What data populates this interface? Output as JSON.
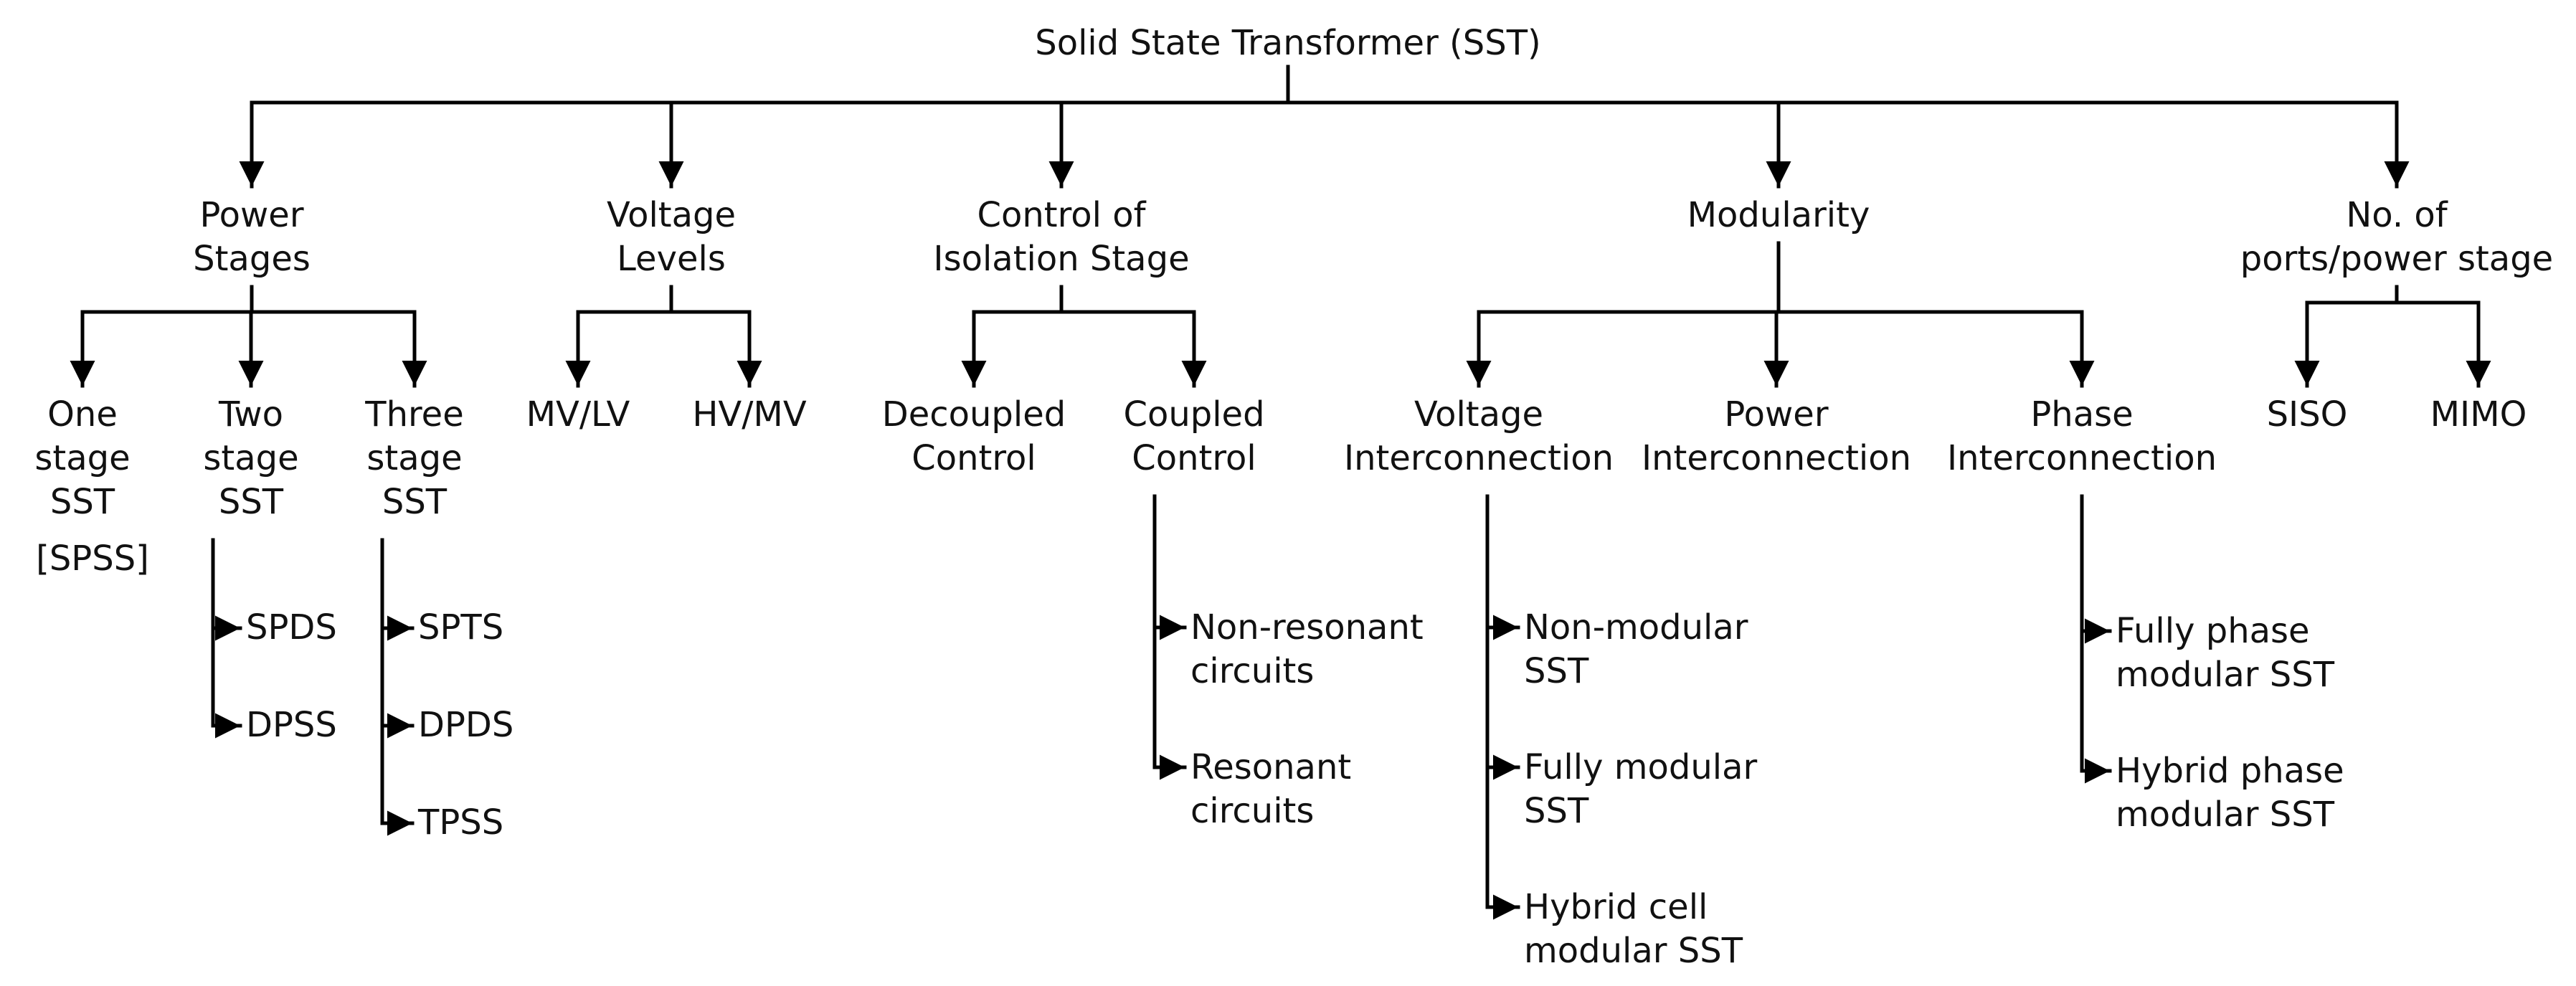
{
  "title": "Solid State Transformer (SST)",
  "categories": [
    {
      "id": "power-stages",
      "label": [
        "Power",
        "Stages"
      ],
      "children": [
        {
          "label": [
            "One",
            "stage",
            "SST"
          ],
          "note": "[SPSS]",
          "items": []
        },
        {
          "label": [
            "Two",
            "stage",
            "SST"
          ],
          "items": [
            [
              "SPDS"
            ],
            [
              "DPSS"
            ]
          ]
        },
        {
          "label": [
            "Three",
            "stage",
            "SST"
          ],
          "items": [
            [
              "SPTS"
            ],
            [
              "DPDS"
            ],
            [
              "TPSS"
            ]
          ]
        }
      ]
    },
    {
      "id": "voltage-levels",
      "label": [
        "Voltage",
        "Levels"
      ],
      "children": [
        {
          "label": [
            "MV/LV"
          ],
          "items": []
        },
        {
          "label": [
            "HV/MV"
          ],
          "items": []
        }
      ]
    },
    {
      "id": "control-isolation",
      "label": [
        "Control of",
        "Isolation Stage"
      ],
      "children": [
        {
          "label": [
            "Decoupled",
            "Control"
          ],
          "items": []
        },
        {
          "label": [
            "Coupled",
            "Control"
          ],
          "items": [
            [
              "Non-resonant",
              "circuits"
            ],
            [
              "Resonant",
              "circuits"
            ]
          ]
        }
      ]
    },
    {
      "id": "modularity",
      "label": [
        "Modularity"
      ],
      "children": [
        {
          "label": [
            "Voltage",
            "Interconnection"
          ],
          "items": [
            [
              "Non-modular",
              "SST"
            ],
            [
              "Fully modular",
              "SST"
            ],
            [
              "Hybrid cell",
              "modular SST"
            ]
          ]
        },
        {
          "label": [
            "Power",
            "Interconnection"
          ],
          "items": []
        },
        {
          "label": [
            "Phase",
            "Interconnection"
          ],
          "items": [
            [
              "Fully phase",
              "modular SST"
            ],
            [
              "Hybrid phase",
              "modular SST"
            ]
          ]
        }
      ]
    },
    {
      "id": "ports",
      "label": [
        "No. of",
        "ports/power stage"
      ],
      "children": [
        {
          "label": [
            "SISO"
          ],
          "items": []
        },
        {
          "label": [
            "MIMO"
          ],
          "items": []
        }
      ]
    }
  ],
  "colors": {
    "line": "#000000",
    "text": "#111111",
    "background": "#ffffff"
  }
}
